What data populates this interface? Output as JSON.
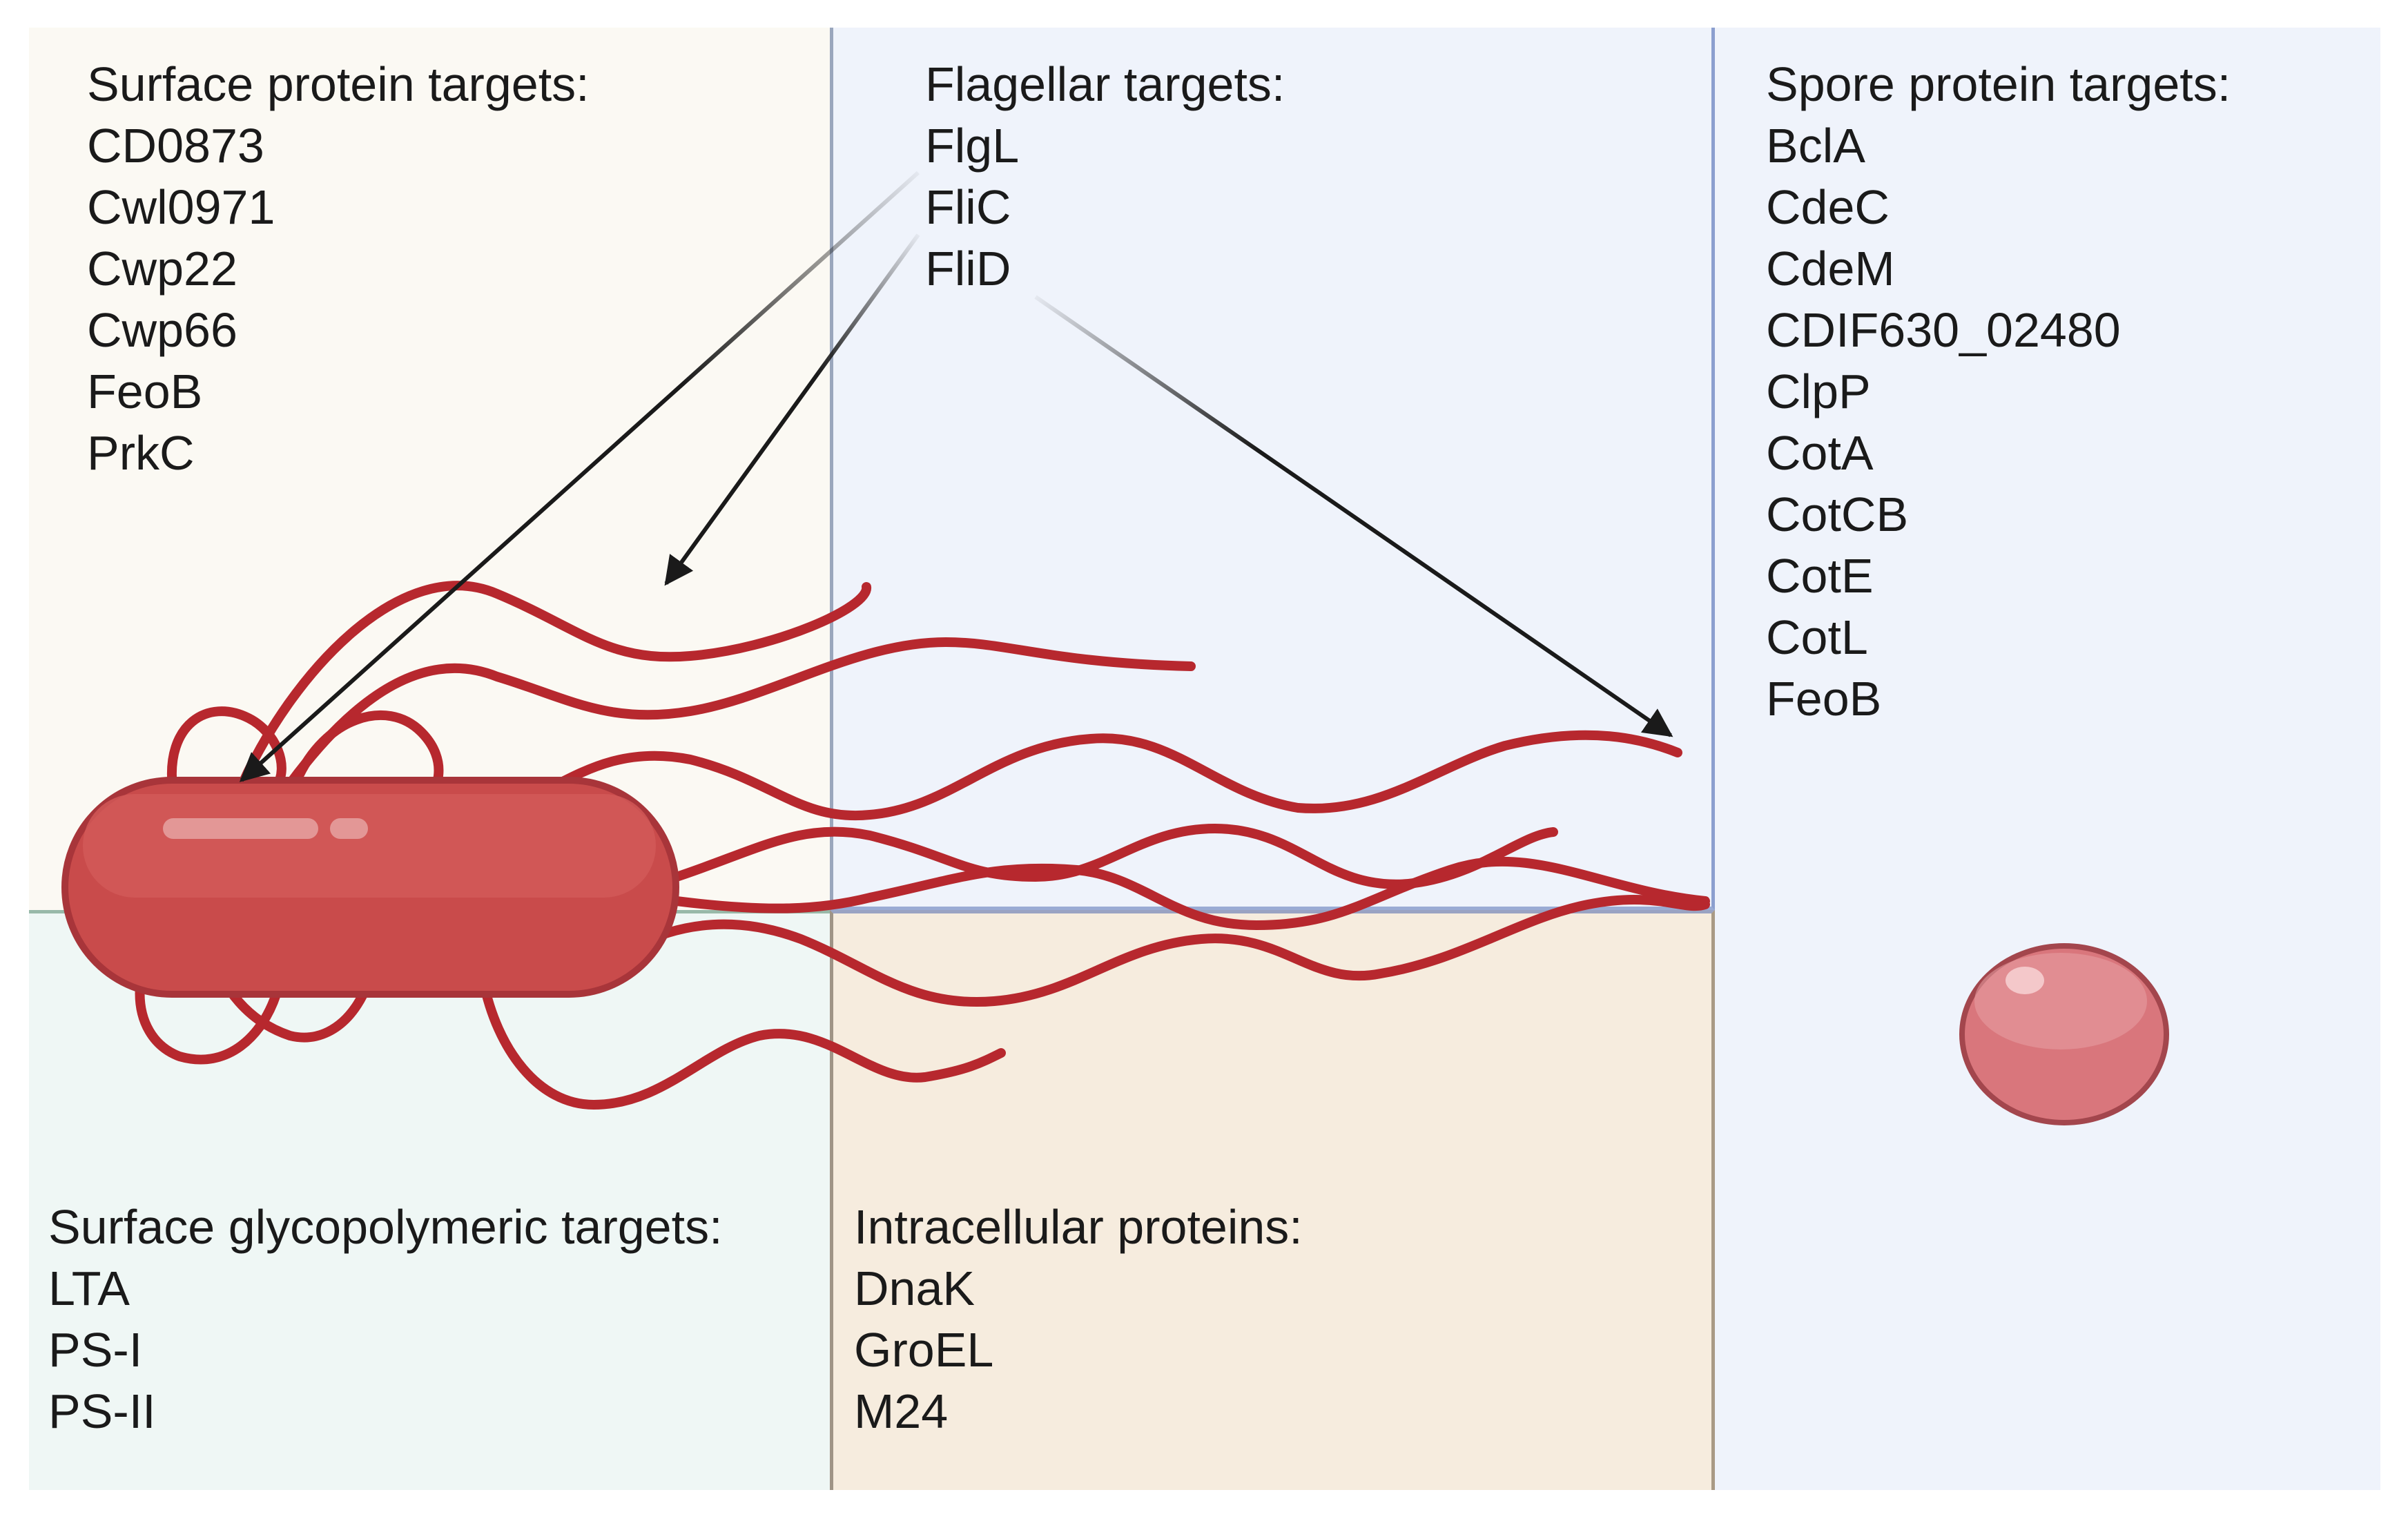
{
  "surface_protein": {
    "title": "Surface protein targets:",
    "items": [
      "CD0873",
      "Cwl0971",
      "Cwp22",
      "Cwp66",
      "FeoB",
      "PrkC"
    ]
  },
  "flagellar": {
    "title": "Flagellar targets:",
    "items": [
      "FlgL",
      "FliC",
      "FliD"
    ]
  },
  "spore_protein": {
    "title": "Spore protein targets:",
    "items": [
      "BclA",
      "CdeC",
      "CdeM",
      "CDIF630_02480",
      "ClpP",
      "CotA",
      "CotCB",
      "CotE",
      "CotL",
      "FeoB"
    ]
  },
  "surface_glyco": {
    "title": "Surface glycopolymeric targets:",
    "items": [
      "LTA",
      "PS-I",
      "PS-II"
    ]
  },
  "intracellular": {
    "title": "Intracellular proteins:",
    "items": [
      "DnaK",
      "GroEL",
      "M24"
    ]
  },
  "colors": {
    "bacterium": "#c94b4b",
    "flagella": "#b7282e",
    "spore": "#d9767c",
    "arrow": "#1a1a1a"
  }
}
